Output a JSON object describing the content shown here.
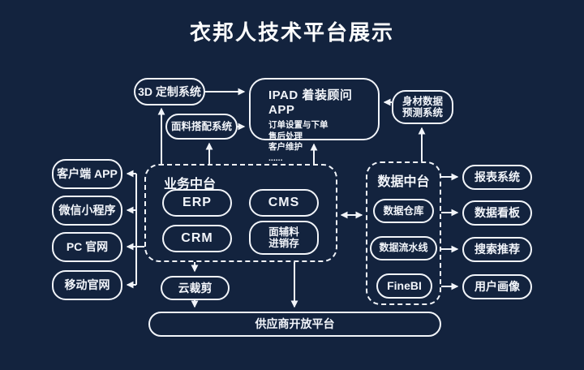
{
  "title": "衣邦人技术平台展示",
  "colors": {
    "background": "#13233E",
    "line": "#F2F5FA"
  },
  "nodes": {
    "system_3d": "3D 定制系统",
    "fabric_match": "面料搭配系统",
    "ipad_app": {
      "title": "IPAD 着装顾问 APP",
      "features": [
        "订单设置与下单",
        "售后处理",
        "客户维护",
        "......"
      ]
    },
    "body_data": "身材数据\n预测系统",
    "cloud_cutting": "云裁剪",
    "supplier_platform": "供应商开放平台"
  },
  "left_channels": [
    "客户端 APP",
    "微信小程序",
    "PC 官网",
    "移动官网"
  ],
  "business_hub": {
    "label": "业务中台",
    "modules": [
      "ERP",
      "CMS",
      "CRM",
      "面辅料\n进销存"
    ]
  },
  "data_hub": {
    "label": "数据中台",
    "modules": [
      "数据仓库",
      "数据流水线",
      "FineBI"
    ]
  },
  "right_outputs": [
    "报表系统",
    "数据看板",
    "搜索推荐",
    "用户画像"
  ]
}
